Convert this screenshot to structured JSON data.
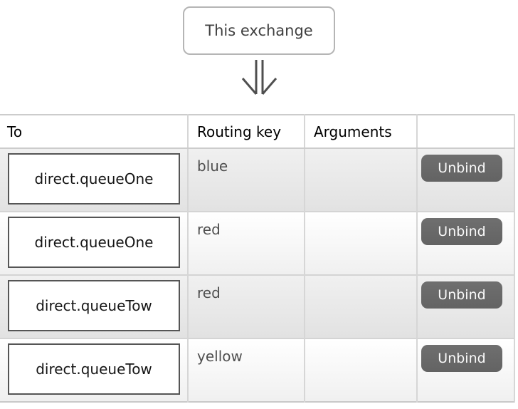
{
  "diagram": {
    "source_label": "This exchange",
    "arrow_icon": "double-down-arrow"
  },
  "table": {
    "columns": {
      "to": "To",
      "routing_key": "Routing key",
      "arguments": "Arguments",
      "actions": ""
    },
    "unbind_label": "Unbind",
    "rows": [
      {
        "to": "direct.queueOne",
        "routing_key": "blue",
        "arguments": ""
      },
      {
        "to": "direct.queueOne",
        "routing_key": "red",
        "arguments": ""
      },
      {
        "to": "direct.queueTow",
        "routing_key": "red",
        "arguments": ""
      },
      {
        "to": "direct.queueTow",
        "routing_key": "yellow",
        "arguments": ""
      }
    ]
  },
  "colors": {
    "button_bg": "#686868",
    "button_text": "#fafafa",
    "row_stripe": "#e8e8e8",
    "table_border": "#cccccc",
    "queue_box_border": "#555555",
    "exchange_box_border": "#b5b5b5",
    "arrow_stroke": "#4f4f4f"
  }
}
